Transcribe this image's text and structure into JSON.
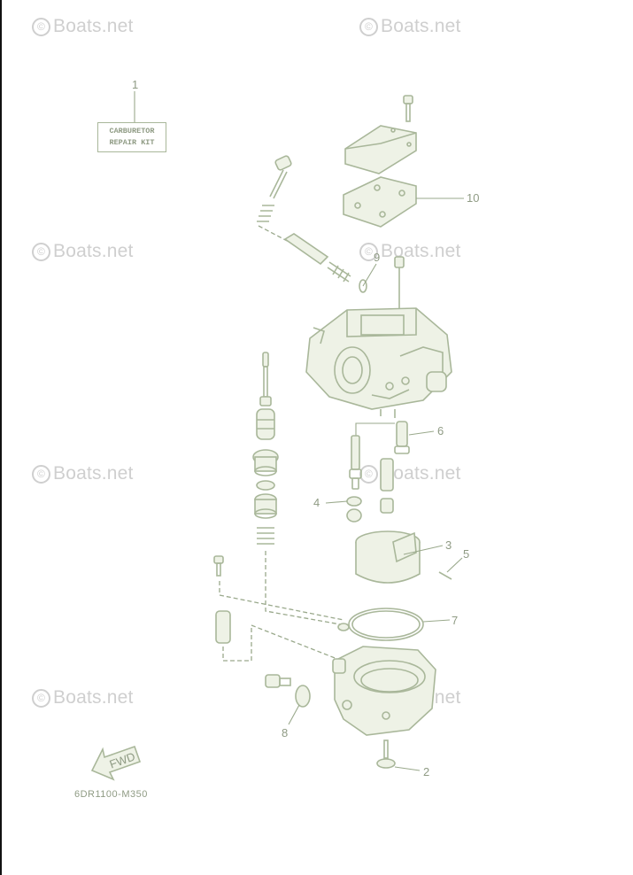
{
  "watermark": {
    "text": "Boats.net",
    "symbol": "©"
  },
  "kit_label": {
    "line1": "CARBURETOR",
    "line2": "REPAIR KIT"
  },
  "fwd_label": "FWD",
  "diagram_code": "6DR1100-M350",
  "callouts": [
    "1",
    "2",
    "3",
    "4",
    "5",
    "6",
    "7",
    "8",
    "9",
    "10"
  ],
  "colors": {
    "line": "#a9b79a",
    "text": "#8f9b84",
    "watermark": "#cfcfcf"
  }
}
